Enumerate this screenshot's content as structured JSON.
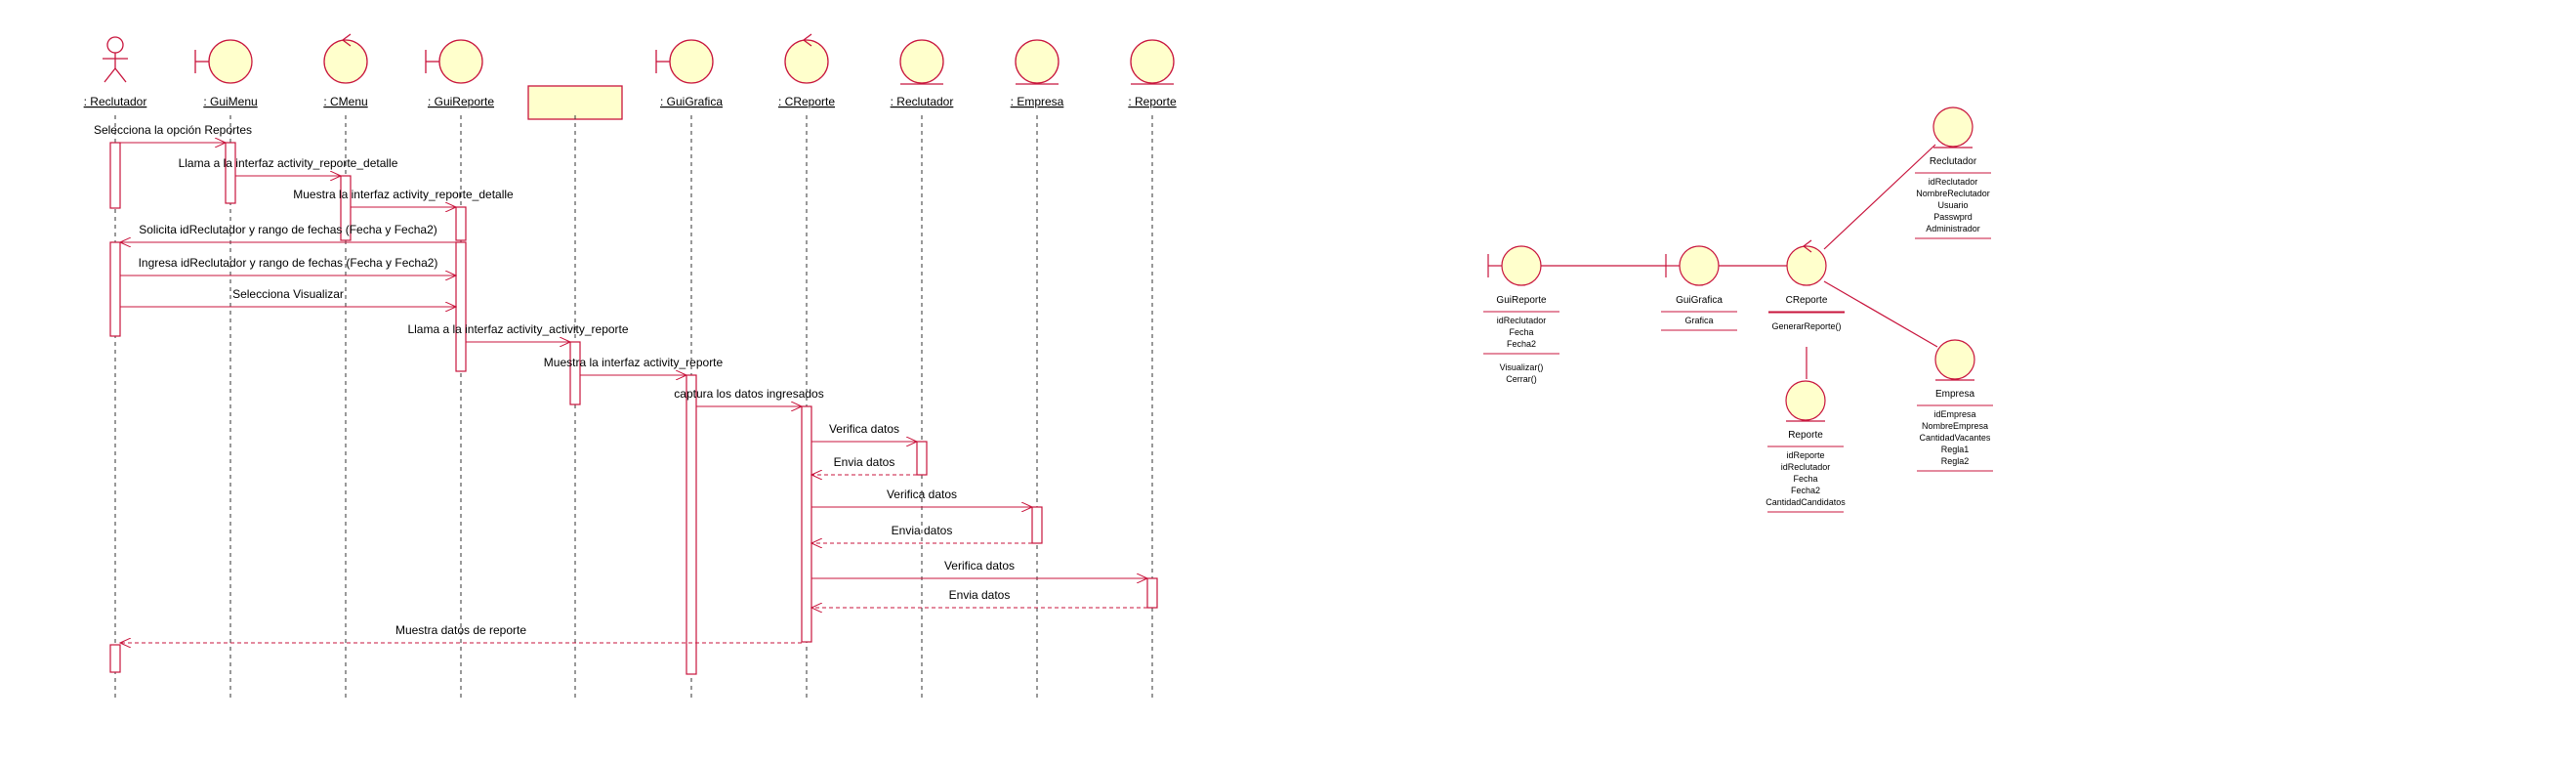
{
  "colors": {
    "line": "#c8143c",
    "fill": "#ffffcc",
    "text": "#000000",
    "outline": "#000000"
  },
  "sequence": {
    "participants": [
      {
        "id": "p0",
        "label": ": Reclutador",
        "kind": "actor"
      },
      {
        "id": "p1",
        "label": ": GuiMenu",
        "kind": "boundary"
      },
      {
        "id": "p2",
        "label": ": CMenu",
        "kind": "control"
      },
      {
        "id": "p3",
        "label": ": GuiReporte",
        "kind": "boundary"
      },
      {
        "id": "p4",
        "label": "",
        "kind": "box"
      },
      {
        "id": "p5",
        "label": ": GuiGrafica",
        "kind": "boundary"
      },
      {
        "id": "p6",
        "label": ": CReporte",
        "kind": "control"
      },
      {
        "id": "p7",
        "label": ": Reclutador",
        "kind": "entity"
      },
      {
        "id": "p8",
        "label": ": Empresa",
        "kind": "entity"
      },
      {
        "id": "p9",
        "label": ": Reporte",
        "kind": "entity"
      }
    ],
    "messages": [
      {
        "from": 0,
        "to": 1,
        "text": "Selecciona la opción Reportes",
        "style": "solid"
      },
      {
        "from": 1,
        "to": 2,
        "text": "Llama a la interfaz activity_reporte_detalle",
        "style": "solid"
      },
      {
        "from": 2,
        "to": 3,
        "text": "Muestra la interfaz activity_reporte_detalle",
        "style": "solid"
      },
      {
        "from": 3,
        "to": 0,
        "text": "Solicita idReclutador y rango de fechas (Fecha y Fecha2)",
        "style": "solid"
      },
      {
        "from": 0,
        "to": 3,
        "text": "Ingresa idReclutador y rango de fechas (Fecha y Fecha2)",
        "style": "solid"
      },
      {
        "from": 0,
        "to": 3,
        "text": "Selecciona Visualizar",
        "style": "solid"
      },
      {
        "from": 3,
        "to": 4,
        "text": "Llama a la interfaz activity_activity_reporte",
        "style": "solid"
      },
      {
        "from": 4,
        "to": 5,
        "text": "Muestra la interfaz activity_reporte",
        "style": "solid"
      },
      {
        "from": 5,
        "to": 6,
        "text": "captura los datos ingresados",
        "style": "solid"
      },
      {
        "from": 6,
        "to": 7,
        "text": "Verifica datos",
        "style": "solid"
      },
      {
        "from": 7,
        "to": 6,
        "text": "Envia datos",
        "style": "dashed"
      },
      {
        "from": 6,
        "to": 8,
        "text": "Verifica datos",
        "style": "solid"
      },
      {
        "from": 8,
        "to": 6,
        "text": "Envia datos",
        "style": "dashed"
      },
      {
        "from": 6,
        "to": 9,
        "text": "Verifica datos",
        "style": "solid"
      },
      {
        "from": 9,
        "to": 6,
        "text": "Envia datos",
        "style": "dashed"
      },
      {
        "from": 6,
        "to": 0,
        "text": "Muestra datos de reporte",
        "style": "dashed"
      }
    ]
  },
  "collaboration": {
    "classes": [
      {
        "id": "guireporte",
        "name": "GuiReporte",
        "kind": "boundary",
        "attributes": [
          "idReclutador",
          "Fecha",
          "Fecha2"
        ],
        "operations": [
          "Visualizar()",
          "Cerrar()"
        ]
      },
      {
        "id": "guigrafica",
        "name": "GuiGrafica",
        "kind": "boundary",
        "attributes": [
          "Grafica"
        ],
        "operations": []
      },
      {
        "id": "creporte",
        "name": "CReporte",
        "kind": "control",
        "attributes": [],
        "operations": [
          "GenerarReporte()"
        ]
      },
      {
        "id": "reclutador",
        "name": "Reclutador",
        "kind": "entity",
        "attributes": [
          "idReclutador",
          "NombreReclutador",
          "Usuario",
          "Passwprd",
          "Administrador"
        ],
        "operations": []
      },
      {
        "id": "empresa",
        "name": "Empresa",
        "kind": "entity",
        "attributes": [
          "idEmpresa",
          "NombreEmpresa",
          "CantidadVacantes",
          "Regla1",
          "Regla2"
        ],
        "operations": []
      },
      {
        "id": "reporte",
        "name": "Reporte",
        "kind": "entity",
        "attributes": [
          "idReporte",
          "idReclutador",
          "Fecha",
          "Fecha2",
          "CantidadCandidatos"
        ],
        "operations": []
      }
    ]
  }
}
